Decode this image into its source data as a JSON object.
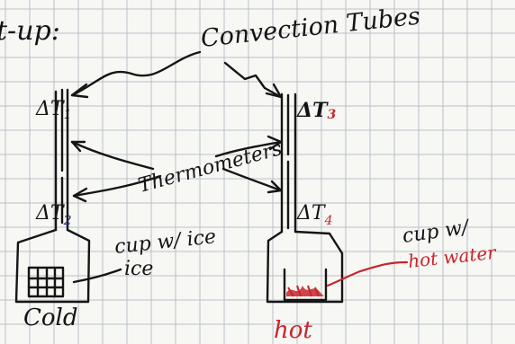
{
  "heading": "t-up:",
  "labels": {
    "convection_tubes": "Convection Tubes",
    "thermometers": "Thermometers",
    "cup_ice": "cup w/ ice",
    "ice": "ice",
    "cup_hot_water_line1": "cup w/",
    "cup_hot_water_line2": "hot water",
    "cold": "Cold",
    "hot": "hot"
  },
  "thermometers": {
    "t1": {
      "delta": "ΔT",
      "sub": "1"
    },
    "t2": {
      "delta": "ΔT",
      "sub": "2"
    },
    "t3": {
      "delta": "ΔT",
      "sub": "3"
    },
    "t4": {
      "delta": "ΔT",
      "sub": "4"
    }
  },
  "colors": {
    "ink": "#151515",
    "red_ink": "#c8242a",
    "blue_ink": "#1f2f8a",
    "grid": "#b9c0c9",
    "paper": "#f7f7f4"
  }
}
